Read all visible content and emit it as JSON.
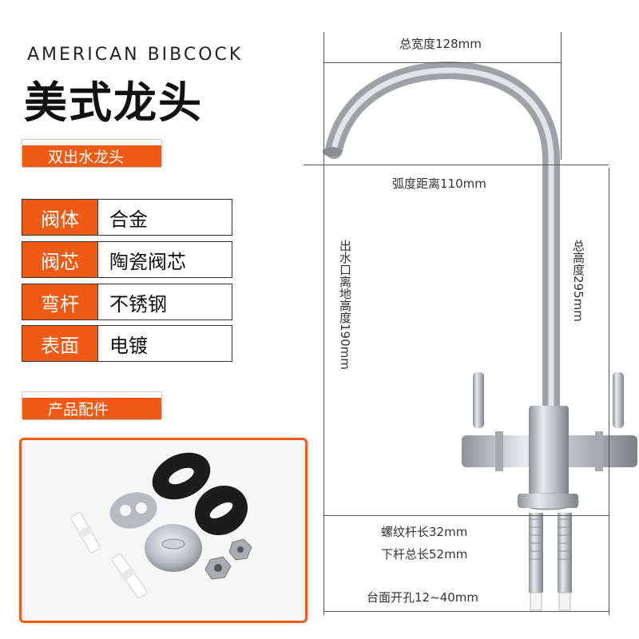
{
  "brand": {
    "english": "AMERICAN BIBCOCK",
    "chinese": "美式龙头"
  },
  "tags": {
    "product_type": "双出水龙头",
    "accessories": "产品配件"
  },
  "specs": [
    {
      "key": "阀体",
      "value": "合金"
    },
    {
      "key": "阀芯",
      "value": "陶瓷阀芯"
    },
    {
      "key": "弯杆",
      "value": "不锈钢"
    },
    {
      "key": "表面",
      "value": "电镀"
    }
  ],
  "dimensions": {
    "total_width": "总宽度128mm",
    "arc_distance": "弧度距离110mm",
    "outlet_height": "出水口离地高度190mm",
    "total_height": "总高度295mm",
    "thread_length": "螺纹杆长32mm",
    "lower_rod_length": "下杆总长52mm",
    "hole_size": "台面开孔12~40mm"
  },
  "colors": {
    "accent": "#f05a14",
    "steel": "#b9bcc0"
  }
}
